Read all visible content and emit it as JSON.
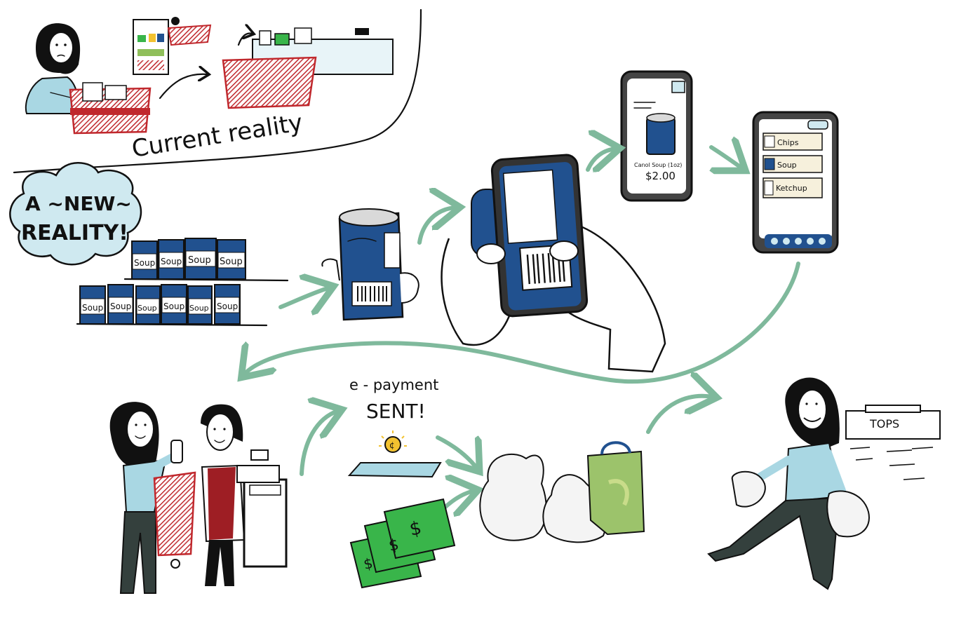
{
  "labels": {
    "current": "Current reality",
    "new_line1": "A ~NEW~",
    "new_line2": "REALITY!",
    "epayment_line1": "e - payment",
    "epayment_line2": "SENT!",
    "store": "TOPS",
    "soup": "Soup",
    "price_caption": "Canol Soup (1oz)",
    "price": "$2.00",
    "list_items": [
      "Chips",
      "Soup",
      "Ketchup"
    ]
  },
  "colors": {
    "ink": "#111111",
    "flow_green": "#7fb99c",
    "can_blue": "#21518f",
    "cart_red": "#c0282d",
    "shirt_blue": "#a9d7e3",
    "cloud_blue": "#cfe9f0",
    "apron_red": "#9e1e24",
    "cash_green": "#39b54a",
    "bag_green": "#9cc36b",
    "coin_yellow": "#f2c230"
  }
}
